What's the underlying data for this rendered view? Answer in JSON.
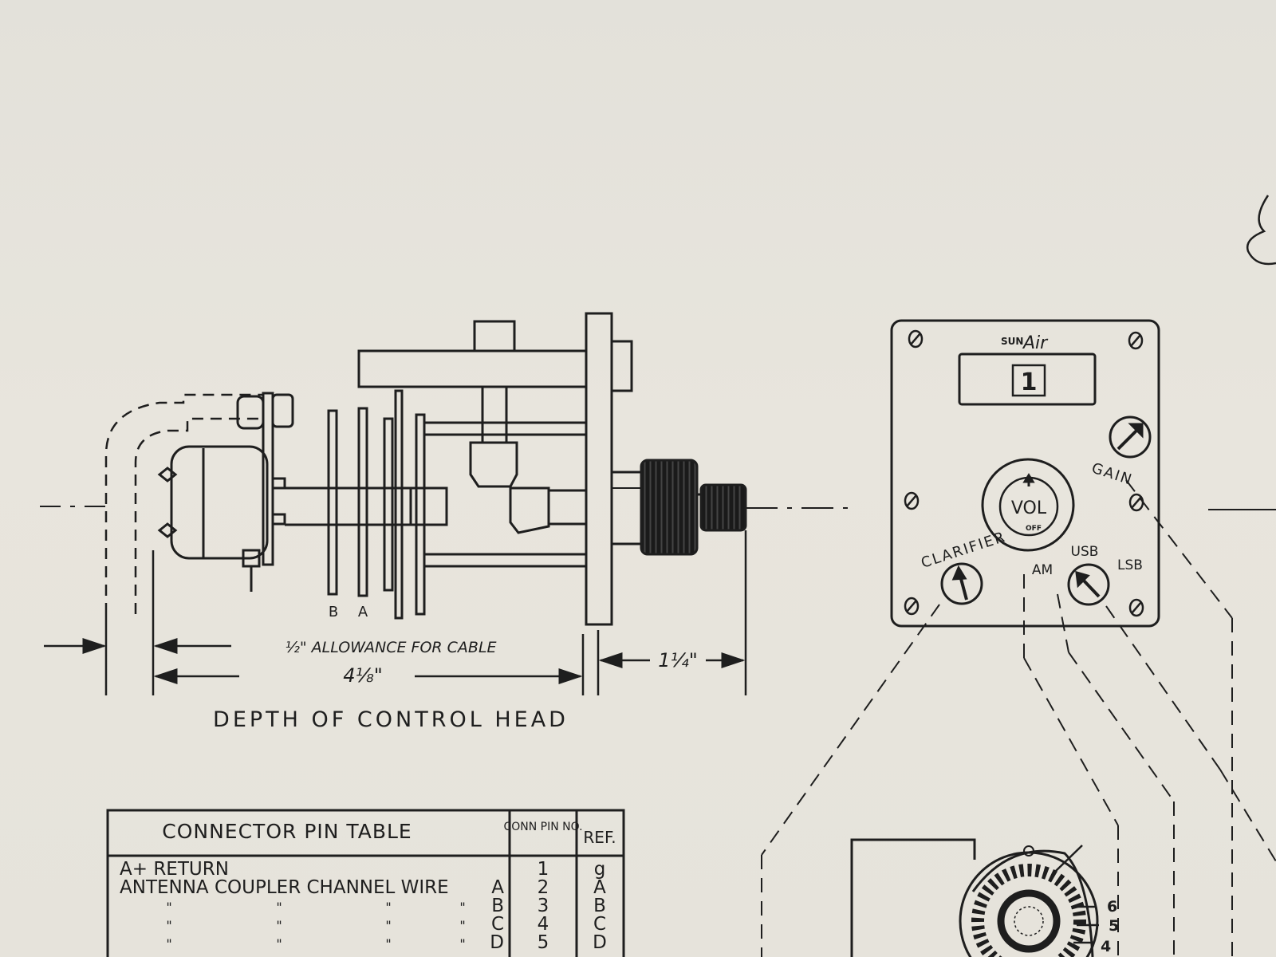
{
  "side_view": {
    "title": "DEPTH OF CONTROL HEAD",
    "cable_allowance": "½\" ALLOWANCE FOR CABLE",
    "depth_dimension": "4⅛\"",
    "knob_dimension": "1¼\"",
    "deck_labels": [
      "B",
      "A"
    ]
  },
  "front_panel": {
    "brand": "SUNAir",
    "display": "1",
    "knobs": {
      "gain": "GAIN",
      "volume": "VOL",
      "volume_off": "OFF",
      "clarifier": "CLARIFIER",
      "mode_am": "AM",
      "mode_usb": "USB",
      "mode_lsb": "LSB"
    }
  },
  "switch_detail": {
    "positions": [
      "6",
      "5",
      "4"
    ]
  },
  "pin_table": {
    "title": "CONNECTOR PIN TABLE",
    "col_pin": "CONN PIN NO.",
    "col_ref": "REF.",
    "rows": [
      {
        "desc": "A+ RETURN",
        "suffix": "",
        "pin": "1",
        "ref": "g"
      },
      {
        "desc": "ANTENNA COUPLER CHANNEL WIRE",
        "suffix": "A",
        "pin": "2",
        "ref": "A"
      },
      {
        "desc": "\"",
        "suffix": "B",
        "pin": "3",
        "ref": "B"
      },
      {
        "desc": "\"",
        "suffix": "C",
        "pin": "4",
        "ref": "C"
      },
      {
        "desc": "\"",
        "suffix": "D",
        "pin": "5",
        "ref": "D"
      }
    ]
  }
}
